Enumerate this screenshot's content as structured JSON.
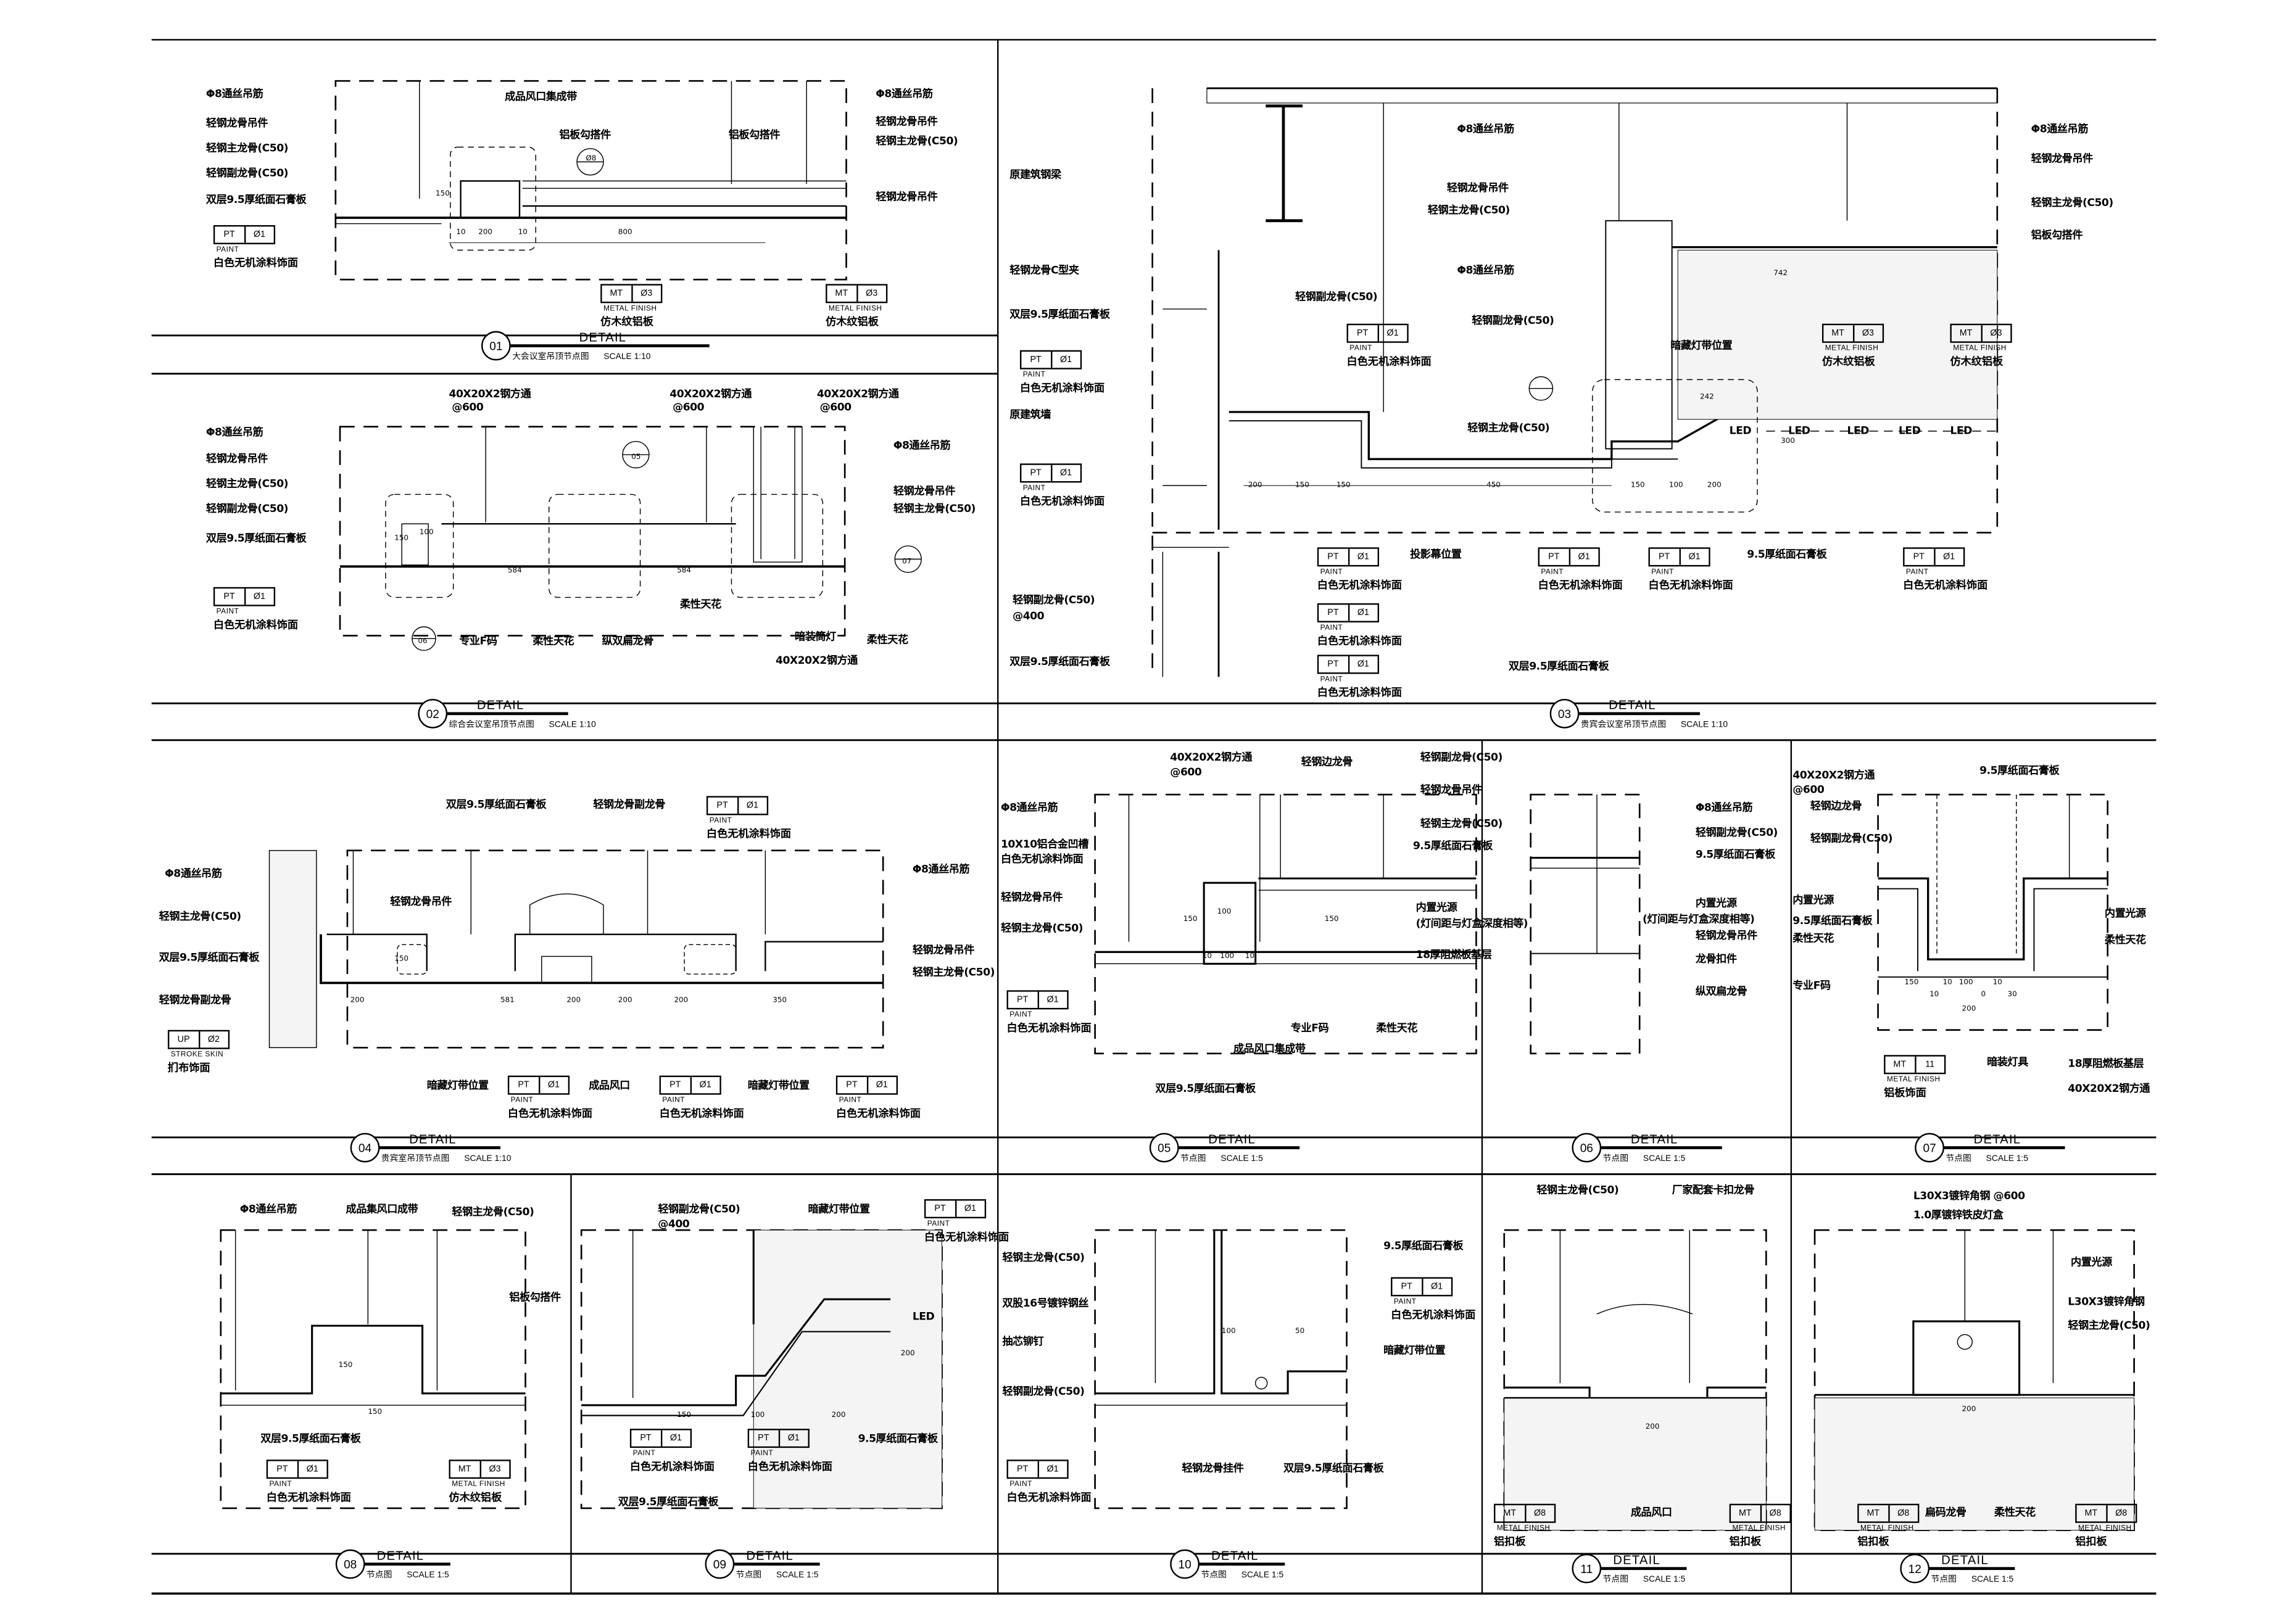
{
  "sheet": {
    "title_word": "DETAIL"
  },
  "details": [
    {
      "number": "01",
      "subtitle": "大会议室吊顶节点图",
      "scale": "SCALE 1:10",
      "labels": [
        "Φ8通丝吊筋",
        "轻钢龙骨吊件",
        "轻钢主龙骨(C50)",
        "轻钢副龙骨(C50)",
        "双层9.5厚纸面石膏板",
        "成品风口集成带",
        "铝板勾搭件",
        "铝板勾搭件",
        "Φ8通丝吊筋",
        "轻钢龙骨吊件",
        "轻钢主龙骨(C50)",
        "轻钢龙骨吊件"
      ],
      "tags": [
        {
          "code": "PT",
          "num": "Ø1",
          "type": "PAINT",
          "desc": "白色无机涂料饰面"
        },
        {
          "code": "MT",
          "num": "Ø3",
          "type": "METAL FINISH",
          "desc": "仿木纹铝板"
        },
        {
          "code": "MT",
          "num": "Ø3",
          "type": "METAL FINISH",
          "desc": "仿木纹铝板"
        }
      ],
      "dims": [
        "150",
        "10",
        "200",
        "10",
        "800",
        "Ø8"
      ]
    },
    {
      "number": "02",
      "subtitle": "综合会议室吊顶节点图",
      "scale": "SCALE 1:10",
      "labels": [
        "40X20X2钢方通",
        "@600",
        "40X20X2钢方通",
        "@600",
        "40X20X2钢方通",
        "@600",
        "Φ8通丝吊筋",
        "轻钢龙骨吊件",
        "轻钢主龙骨(C50)",
        "轻钢副龙骨(C50)",
        "双层9.5厚纸面石膏板",
        "Φ8通丝吊筋",
        "轻钢龙骨吊件",
        "轻钢主龙骨(C50)",
        "柔性天花",
        "专业F码",
        "柔性天花",
        "纵双扁龙骨",
        "暗装筒灯",
        "柔性天花",
        "40X20X2钢方通"
      ],
      "tags": [
        {
          "code": "PT",
          "num": "Ø1",
          "type": "PAINT",
          "desc": "白色无机涂料饰面"
        }
      ],
      "dims": [
        "150",
        "100",
        "584",
        "584",
        "05",
        "06",
        "07"
      ]
    },
    {
      "number": "03",
      "subtitle": "贵宾会议室吊顶节点图",
      "scale": "SCALE 1:10",
      "labels": [
        "原建筑钢梁",
        "轻钢龙骨C型夹",
        "双层9.5厚纸面石膏板",
        "原建筑墙",
        "轻钢副龙骨(C50)",
        "@400",
        "双层9.5厚纸面石膏板",
        "Φ8通丝吊筋",
        "轻钢副龙骨(C50)",
        "轻钢龙骨吊件",
        "轻钢主龙骨(C50)",
        "Φ8通丝吊筋",
        "轻钢副龙骨(C50)",
        "暗藏灯带位置",
        "Φ8通丝吊筋",
        "轻钢龙骨吊件",
        "轻钢主龙骨(C50)",
        "铝板勾搭件",
        "轻钢主龙骨(C50)",
        "投影幕位置",
        "9.5厚纸面石膏板",
        "双层9.5厚纸面石膏板",
        "LED",
        "LED",
        "LED",
        "LED",
        "LED"
      ],
      "tags": [
        {
          "code": "PT",
          "num": "Ø1",
          "type": "PAINT",
          "desc": "白色无机涂料饰面"
        },
        {
          "code": "PT",
          "num": "Ø1",
          "type": "PAINT",
          "desc": "白色无机涂料饰面"
        },
        {
          "code": "PT",
          "num": "Ø1",
          "type": "PAINT",
          "desc": "白色无机涂料饰面"
        },
        {
          "code": "MT",
          "num": "Ø3",
          "type": "METAL FINISH",
          "desc": "仿木纹铝板"
        },
        {
          "code": "MT",
          "num": "Ø3",
          "type": "METAL FINISH",
          "desc": "仿木纹铝板"
        },
        {
          "code": "PT",
          "num": "Ø1",
          "type": "PAINT",
          "desc": "白色无机涂料饰面"
        },
        {
          "code": "PT",
          "num": "Ø1",
          "type": "PAINT",
          "desc": "白色无机涂料饰面"
        },
        {
          "code": "PT",
          "num": "Ø1",
          "type": "PAINT",
          "desc": "白色无机涂料饰面"
        },
        {
          "code": "PT",
          "num": "Ø1",
          "type": "PAINT",
          "desc": "白色无机涂料饰面"
        },
        {
          "code": "PT",
          "num": "Ø1",
          "type": "PAINT",
          "desc": "白色无机涂料饰面"
        },
        {
          "code": "PT",
          "num": "Ø1",
          "type": "PAINT",
          "desc": "白色无机涂料饰面"
        }
      ],
      "dims": [
        "200",
        "150",
        "150",
        "450",
        "150",
        "100",
        "200",
        "742",
        "242",
        "300"
      ]
    },
    {
      "number": "04",
      "subtitle": "贵宾室吊顶节点图",
      "scale": "SCALE 1:10",
      "labels": [
        "双层9.5厚纸面石膏板",
        "轻钢龙骨副龙骨",
        "Φ8通丝吊筋",
        "轻钢主龙骨(C50)",
        "双层9.5厚纸面石膏板",
        "轻钢龙骨副龙骨",
        "轻钢龙骨吊件",
        "Φ8通丝吊筋",
        "轻钢龙骨吊件",
        "轻钢主龙骨(C50)",
        "暗藏灯带位置",
        "成品风口",
        "暗藏灯带位置"
      ],
      "tags": [
        {
          "code": "PT",
          "num": "Ø1",
          "type": "PAINT",
          "desc": "白色无机涂料饰面"
        },
        {
          "code": "UP",
          "num": "Ø2",
          "type": "STROKE SKIN",
          "desc": "扪布饰面"
        },
        {
          "code": "PT",
          "num": "Ø1",
          "type": "PAINT",
          "desc": "白色无机涂料饰面"
        },
        {
          "code": "PT",
          "num": "Ø1",
          "type": "PAINT",
          "desc": "白色无机涂料饰面"
        },
        {
          "code": "PT",
          "num": "Ø1",
          "type": "PAINT",
          "desc": "白色无机涂料饰面"
        }
      ],
      "dims": [
        "200",
        "150",
        "581",
        "200",
        "200",
        "200",
        "350"
      ]
    },
    {
      "number": "05",
      "subtitle": "节点图",
      "scale": "SCALE 1:5",
      "labels": [
        "40X20X2钢方通",
        "@600",
        "轻钢边龙骨",
        "轻钢副龙骨(C50)",
        "轻钢龙骨吊件",
        "轻钢主龙骨(C50)",
        "9.5厚纸面石膏板",
        "Φ8通丝吊筋",
        "10X10铝合金凹槽",
        "白色无机涂料饰面",
        "轻钢龙骨吊件",
        "轻钢主龙骨(C50)",
        "内置光源",
        "(灯间距与灯盒深度相等)",
        "18厚阻燃板基层",
        "专业F码",
        "柔性天花",
        "成品风口集成带",
        "双层9.5厚纸面石膏板"
      ],
      "tags": [
        {
          "code": "PT",
          "num": "Ø1",
          "type": "PAINT",
          "desc": "白色无机涂料饰面"
        }
      ],
      "dims": [
        "150",
        "100",
        "150",
        "10",
        "100",
        "10"
      ]
    },
    {
      "number": "06",
      "subtitle": "节点图",
      "scale": "SCALE 1:5",
      "labels": [
        "Φ8通丝吊筋",
        "轻钢副龙骨(C50)",
        "9.5厚纸面石膏板",
        "内置光源",
        "(灯间距与灯盒深度相等)",
        "轻钢龙骨吊件",
        "龙骨扣件",
        "纵双扁龙骨"
      ],
      "tags": [],
      "dims": []
    },
    {
      "number": "07",
      "subtitle": "节点图",
      "scale": "SCALE 1:5",
      "labels": [
        "40X20X2钢方通",
        "@600",
        "轻钢边龙骨",
        "轻钢副龙骨(C50)",
        "9.5厚纸面石膏板",
        "内置光源",
        "9.5厚纸面石膏板",
        "柔性天花",
        "专业F码",
        "内置光源",
        "柔性天花",
        "暗装灯具",
        "18厚阻燃板基层",
        "40X20X2钢方通"
      ],
      "tags": [
        {
          "code": "MT",
          "num": "11",
          "type": "METAL FINISH",
          "desc": "铝板饰面"
        }
      ],
      "dims": [
        "150",
        "10",
        "10",
        "100",
        "0",
        "10",
        "30",
        "200"
      ]
    },
    {
      "number": "08",
      "subtitle": "节点图",
      "scale": "SCALE 1:5",
      "labels": [
        "Φ8通丝吊筋",
        "成品集风口成带",
        "轻钢主龙骨(C50)",
        "铝板勾搭件",
        "双层9.5厚纸面石膏板"
      ],
      "tags": [
        {
          "code": "PT",
          "num": "Ø1",
          "type": "PAINT",
          "desc": "白色无机涂料饰面"
        },
        {
          "code": "MT",
          "num": "Ø3",
          "type": "METAL FINISH",
          "desc": "仿木纹铝板"
        }
      ],
      "dims": [
        "150",
        "150"
      ]
    },
    {
      "number": "09",
      "subtitle": "节点图",
      "scale": "SCALE 1:5",
      "labels": [
        "轻钢副龙骨(C50)",
        "@400",
        "暗藏灯带位置",
        "9.5厚纸面石膏板",
        "双层9.5厚纸面石膏板",
        "LED"
      ],
      "tags": [
        {
          "code": "PT",
          "num": "Ø1",
          "type": "PAINT",
          "desc": "白色无机涂料饰面"
        },
        {
          "code": "PT",
          "num": "Ø1",
          "type": "PAINT",
          "desc": "白色无机涂料饰面"
        },
        {
          "code": "PT",
          "num": "Ø1",
          "type": "PAINT",
          "desc": "白色无机涂料饰面"
        }
      ],
      "dims": [
        "150",
        "100",
        "200",
        "200"
      ]
    },
    {
      "number": "10",
      "subtitle": "节点图",
      "scale": "SCALE 1:5",
      "labels": [
        "轻钢主龙骨(C50)",
        "双股16号镀锌钢丝",
        "抽芯铆钉",
        "轻钢副龙骨(C50)",
        "9.5厚纸面石膏板",
        "暗藏灯带位置",
        "轻钢龙骨挂件",
        "双层9.5厚纸面石膏板"
      ],
      "tags": [
        {
          "code": "PT",
          "num": "Ø1",
          "type": "PAINT",
          "desc": "白色无机涂料饰面"
        },
        {
          "code": "PT",
          "num": "Ø1",
          "type": "PAINT",
          "desc": "白色无机涂料饰面"
        }
      ],
      "dims": [
        "100",
        "50"
      ]
    },
    {
      "number": "11",
      "subtitle": "节点图",
      "scale": "SCALE 1:5",
      "labels": [
        "轻钢主龙骨(C50)",
        "厂家配套卡扣龙骨",
        "成品风口"
      ],
      "tags": [
        {
          "code": "MT",
          "num": "Ø8",
          "type": "METAL FINISH",
          "desc": "铝扣板"
        },
        {
          "code": "MT",
          "num": "Ø8",
          "type": "METAL FINISH",
          "desc": "铝扣板"
        }
      ],
      "dims": [
        "200"
      ]
    },
    {
      "number": "12",
      "subtitle": "节点图",
      "scale": "SCALE 1:5",
      "labels": [
        "L30X3镀锌角钢 @600",
        "1.0厚镀锌铁皮灯盒",
        "内置光源",
        "L30X3镀锌角钢",
        "轻钢主龙骨(C50)",
        "扁码龙骨",
        "柔性天花"
      ],
      "tags": [
        {
          "code": "MT",
          "num": "Ø8",
          "type": "METAL FINISH",
          "desc": "铝扣板"
        },
        {
          "code": "MT",
          "num": "Ø8",
          "type": "METAL FINISH",
          "desc": "铝扣板"
        }
      ],
      "dims": [
        "200"
      ]
    }
  ]
}
